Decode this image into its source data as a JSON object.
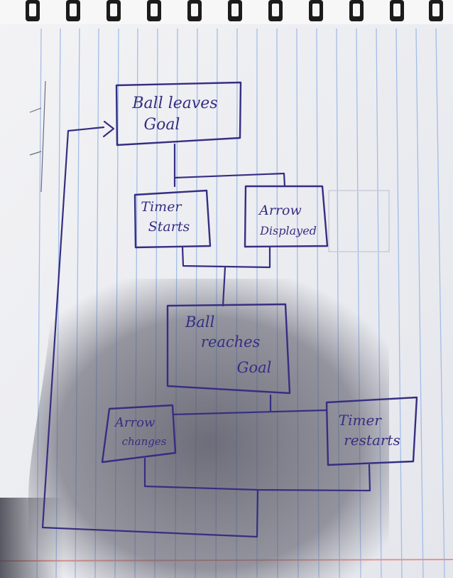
{
  "nodes": {
    "ball_leaves_goal": {
      "lines": [
        "Ball leaves",
        "Goal"
      ]
    },
    "timer_starts": {
      "lines": [
        "Timer",
        "Starts"
      ]
    },
    "arrow_displayed": {
      "lines": [
        "Arrow",
        "Displayed"
      ]
    },
    "ball_reaches_goal": {
      "lines": [
        "Ball",
        "reaches",
        "Goal"
      ]
    },
    "arrow_changes": {
      "lines": [
        "Arrow",
        "changes"
      ]
    },
    "timer_restarts": {
      "lines": [
        "Timer",
        "restarts"
      ]
    }
  },
  "colors": {
    "ink": "#352e82",
    "paper": "#eef0f4",
    "rule_line": "#9bb8e6",
    "margin_line": "#e8938f",
    "binding": "#1b1b1b"
  }
}
